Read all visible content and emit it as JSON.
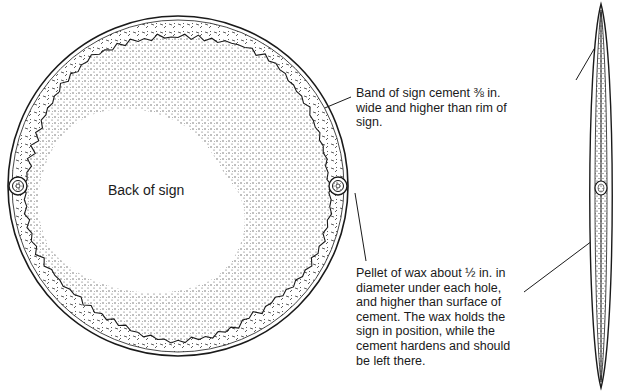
{
  "diagram": {
    "nodes": [
      {
        "text": [
          "Back of sign"
        ]
      }
    ],
    "labels": [
      "Band of sign cement ⅜ in. wide and higher than rim of sign.",
      "Pellet of wax about ½ in. in diameter under each hole, and higher than surface of cement. The wax holds the sign in position, while the cement hardens and should be left there."
    ]
  }
}
